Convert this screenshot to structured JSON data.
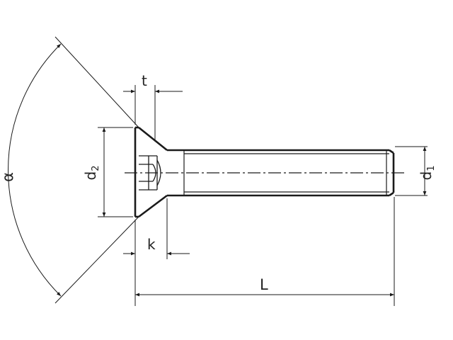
{
  "labels": {
    "t": "t",
    "d2_base": "d",
    "d2_sub": "2",
    "d1_base": "d",
    "d1_sub": "1",
    "k": "k",
    "L": "L",
    "alpha": "α"
  },
  "colors": {
    "line": "#1a1a1a",
    "text": "#222222",
    "background": "#ffffff"
  }
}
